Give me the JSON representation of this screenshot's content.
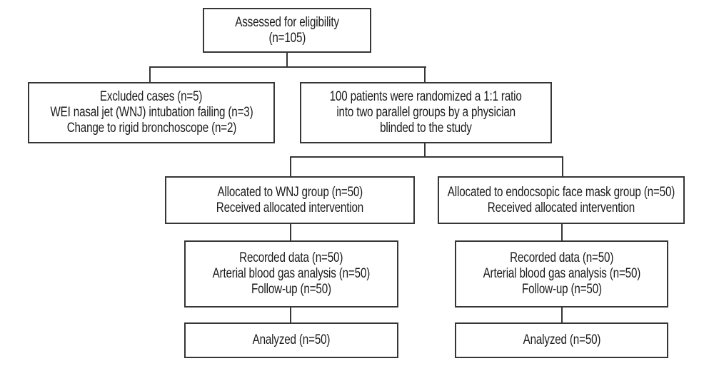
{
  "diagram": {
    "type": "consort-flowchart",
    "colors": {
      "border": "#363636",
      "connector": "#363636",
      "text": "#1b1b1b",
      "background": "#ffffff"
    },
    "boxes": {
      "assessed": {
        "lines": [
          "Assessed for eligibility",
          "(n=105)"
        ]
      },
      "excluded": {
        "lines": [
          "Excluded cases (n=5)",
          "WEI nasal jet (WNJ) intubation failing (n=3)",
          "Change to rigid bronchoscope (n=2)"
        ]
      },
      "randomized": {
        "lines": [
          "100 patients were randomized a 1:1 ratio",
          "into two parallel groups by a physician",
          "blinded to the study"
        ]
      },
      "alloc_wnj": {
        "lines": [
          "Allocated to WNJ group (n=50)",
          "Received allocated intervention"
        ]
      },
      "alloc_mask": {
        "lines": [
          "Allocated to endocsopic face mask group (n=50)",
          "Received allocated intervention"
        ]
      },
      "recorded_wnj": {
        "lines": [
          "Recorded data (n=50)",
          "Arterial blood gas analysis (n=50)",
          "Follow-up (n=50)"
        ]
      },
      "recorded_mask": {
        "lines": [
          "Recorded data (n=50)",
          "Arterial blood gas analysis (n=50)",
          "Follow-up (n=50)"
        ]
      },
      "analyzed_wnj": {
        "lines": [
          "Analyzed (n=50)"
        ]
      },
      "analyzed_mask": {
        "lines": [
          "Analyzed (n=50)"
        ]
      }
    }
  }
}
